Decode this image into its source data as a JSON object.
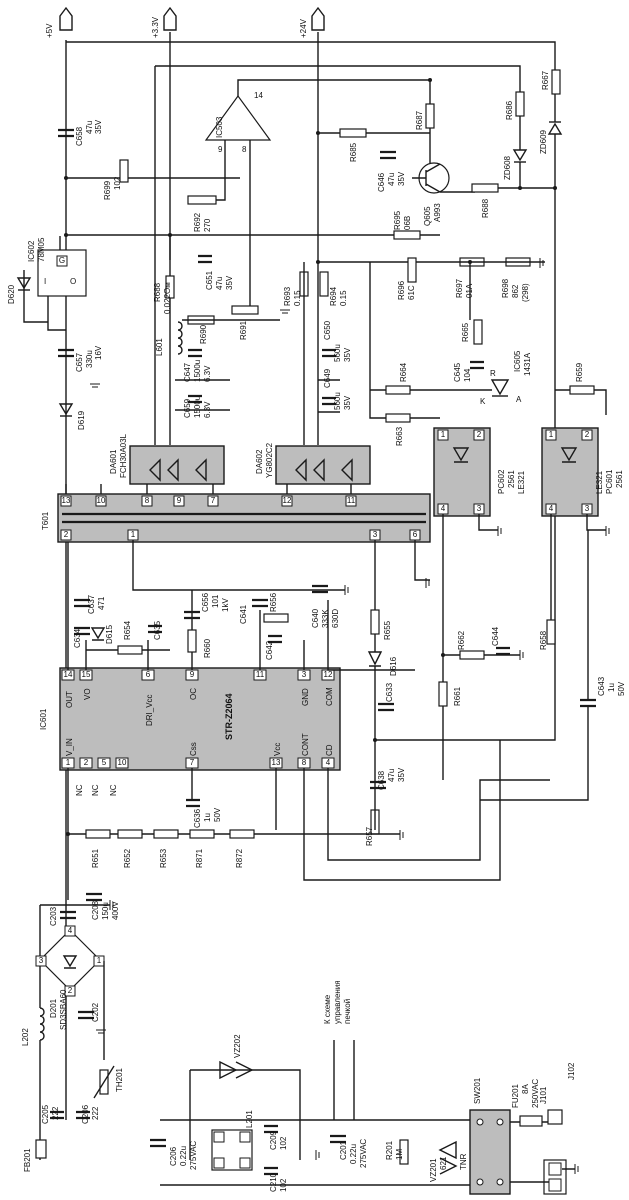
{
  "rails": {
    "v5": "+5V",
    "v33": "+3.3V",
    "v24": "+24V"
  },
  "ic_main": {
    "ref": "IC601",
    "part": "STR-Z2064",
    "pins": {
      "out": "OUT",
      "vo": "VO",
      "dri_vcc": "DRI_Vcc",
      "oc": "OC",
      "gnd": "GND",
      "com": "COM",
      "v_in": "V_IN",
      "css": "Css",
      "vcc": "Vcc",
      "cont": "CONT",
      "cd": "CD",
      "nc": "NC"
    },
    "pin_numbers": [
      "14",
      "15",
      "6",
      "9",
      "11",
      "3",
      "12",
      "1",
      "2",
      "5",
      "10",
      "7",
      "13",
      "8",
      "4"
    ]
  },
  "transformer": {
    "ref": "T601",
    "pins": [
      "13",
      "10",
      "8",
      "9",
      "7",
      "12",
      "11",
      "2",
      "1",
      "3",
      "6"
    ]
  },
  "ic_reg": {
    "ref": "IC602",
    "part": "78M05",
    "pins": [
      "I",
      "O",
      "G"
    ]
  },
  "ic_amp": {
    "ref": "IC503",
    "pins": [
      "14",
      "9",
      "8"
    ]
  },
  "ic_ref": {
    "ref": "IC605",
    "part": "1431A",
    "pins": [
      "R",
      "K",
      "A"
    ]
  },
  "optos": [
    {
      "ref": "PC602",
      "part": "2561",
      "type": "LE321",
      "pins": [
        "1",
        "2",
        "4",
        "3"
      ]
    },
    {
      "ref": "PC601",
      "part": "2561",
      "type": "LE321",
      "pins": [
        "1",
        "2",
        "4",
        "3"
      ]
    }
  ],
  "diode_arrays": [
    {
      "ref": "DA601",
      "part": "FCH30A03L"
    },
    {
      "ref": "DA602",
      "part": "YG802C2"
    }
  ],
  "bridge": {
    "ref": "D201",
    "part": "SD3SBA60",
    "pins": [
      "3",
      "1",
      "4",
      "2"
    ]
  },
  "transistor": {
    "ref": "Q605",
    "part": "A993"
  },
  "resistors": [
    {
      "ref": "R699",
      "value": "102"
    },
    {
      "ref": "R692",
      "value": "270"
    },
    {
      "ref": "R688",
      "value": "0.022Ом"
    },
    {
      "ref": "R690"
    },
    {
      "ref": "R691"
    },
    {
      "ref": "R693",
      "value": "0.15"
    },
    {
      "ref": "R694",
      "value": "0.15"
    },
    {
      "ref": "R685"
    },
    {
      "ref": "R687"
    },
    {
      "ref": "R686"
    },
    {
      "ref": "R667"
    },
    {
      "ref": "R688"
    },
    {
      "ref": "R695",
      "value": "06B"
    },
    {
      "ref": "R696",
      "value": "61C"
    },
    {
      "ref": "R697",
      "value": "01A"
    },
    {
      "ref": "R698",
      "value": "862",
      "alt": "(298)"
    },
    {
      "ref": "R665"
    },
    {
      "ref": "R664"
    },
    {
      "ref": "R663"
    },
    {
      "ref": "R659"
    },
    {
      "ref": "R656"
    },
    {
      "ref": "R654"
    },
    {
      "ref": "R660"
    },
    {
      "ref": "R655"
    },
    {
      "ref": "R662"
    },
    {
      "ref": "R661"
    },
    {
      "ref": "R658"
    },
    {
      "ref": "R657"
    },
    {
      "ref": "R651"
    },
    {
      "ref": "R652"
    },
    {
      "ref": "R653"
    },
    {
      "ref": "R871"
    },
    {
      "ref": "R872"
    },
    {
      "ref": "R201",
      "value": "1M"
    }
  ],
  "capacitors": [
    {
      "ref": "C658",
      "value": "47u",
      "voltage": "35V"
    },
    {
      "ref": "C657",
      "value": "330u",
      "voltage": "16V"
    },
    {
      "ref": "C651",
      "value": "47u",
      "voltage": "35V"
    },
    {
      "ref": "C646",
      "value": "47u",
      "voltage": "35V"
    },
    {
      "ref": "C650",
      "value": "560u",
      "voltage": "35V"
    },
    {
      "ref": "C649",
      "value": "560u",
      "voltage": "35V"
    },
    {
      "ref": "C647",
      "value": "1500u",
      "voltage": "6.3V"
    },
    {
      "ref": "C659",
      "value": "1500u",
      "voltage": "6.3V"
    },
    {
      "ref": "C645",
      "value": "104"
    },
    {
      "ref": "C637",
      "value": "471"
    },
    {
      "ref": "C634"
    },
    {
      "ref": "C635"
    },
    {
      "ref": "C656",
      "value": "101",
      "voltage": "1kV"
    },
    {
      "ref": "C641"
    },
    {
      "ref": "C642"
    },
    {
      "ref": "C640",
      "value": "333K",
      "voltage": "630D"
    },
    {
      "ref": "C633"
    },
    {
      "ref": "C644"
    },
    {
      "ref": "C643",
      "value": "1u",
      "voltage": "50V"
    },
    {
      "ref": "C638",
      "value": "47u",
      "voltage": "35V"
    },
    {
      "ref": "C636",
      "value": "1u",
      "voltage": "50V"
    },
    {
      "ref": "C203"
    },
    {
      "ref": "C208",
      "value": "150u",
      "voltage": "400V"
    },
    {
      "ref": "C202"
    },
    {
      "ref": "C205",
      "value": "222"
    },
    {
      "ref": "C206",
      "value": "222"
    },
    {
      "ref": "C206",
      "value": "0.22u",
      "voltage": "275VAC"
    },
    {
      "ref": "C209",
      "value": "102"
    },
    {
      "ref": "C210",
      "value": "102"
    },
    {
      "ref": "C201",
      "value": "0.22u",
      "voltage": "275VAC"
    }
  ],
  "diodes": [
    {
      "ref": "D620"
    },
    {
      "ref": "D619"
    },
    {
      "ref": "D615"
    },
    {
      "ref": "D616"
    },
    {
      "ref": "ZD608"
    },
    {
      "ref": "ZD609"
    },
    {
      "ref": "VZ201",
      "value": "621"
    },
    {
      "ref": "VZ202"
    }
  ],
  "misc": {
    "l601": "L601",
    "l202": "L202",
    "l201": "L201",
    "th201": "TH201",
    "fb201": "FB201",
    "sw201": "SW201",
    "fu201": {
      "ref": "FU201",
      "rating": "8A",
      "voltage": "250VAC"
    },
    "j101": "J101",
    "j102": "J102",
    "tnr": "TNR",
    "note": [
      "К схеме",
      "управления",
      "печкой"
    ]
  }
}
